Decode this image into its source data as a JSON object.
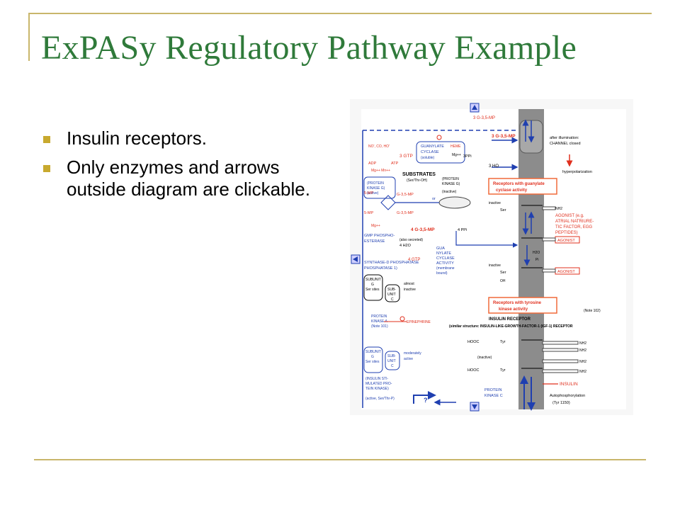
{
  "slide": {
    "title": "ExPASy Regulatory Pathway Example",
    "bullets": [
      "Insulin receptors.",
      "Only enzymes and arrows outside diagram are clickable."
    ]
  },
  "diagram": {
    "texts": {
      "top_cgmp": "3 G-3,5-MP",
      "cgmp_mid": "3 G-3,5-MP",
      "after_illum": "after illumination:",
      "channel_closed": "CHANNEL closed",
      "hyperpol": "hyperpolarization",
      "no_co": "NO', CO, HO'",
      "guan_cyclase": "GUANYLATE",
      "cyclase_sol": "CYCLASE",
      "soluble": "(soluble)",
      "heme": "HEME",
      "mg2": "Mg++",
      "ppi3": "3PPi",
      "gtp3": "3 GTP",
      "ho3": "3 HO",
      "adp": "ADP",
      "atp": "ATP",
      "mg_mn": "Mg++ Mn++",
      "substrates": "SUBSTRATES",
      "ser_thr_oh": "(Ser/Thr-OH)",
      "protein_kg": "(PROTEIN",
      "kinase_g": "KINASE G)",
      "active": "(active)",
      "inactive_k": "(inactive)",
      "g35mp_1": "G-3,5-MP",
      "g35mp_2": "G-3,5-MP",
      "mp5_1": "5-MP",
      "mp5_2": "5-MP",
      "or": "or",
      "mg_left": "Mg++",
      "g35mp_4": "4 G-3,5-MP",
      "ppi4": "4 PPi",
      "gmp_phos": "GMP PHOSPHO-",
      "esterase": "ESTERASE",
      "h2o4": "4 H2O",
      "also_secreted": "(also secreted)",
      "gua": "GUA",
      "nylate": "NYLATE",
      "cyclase": "CYCLASE",
      "activity": "ACTIVITY",
      "membrane": "(membrane",
      "bound": "bound)",
      "gtp4": "4 GTP",
      "synthase": "SYNTHASE-D PHOSPHATASE",
      "phosphatase1": "PHOSPHATASE 1)",
      "subunit": "SUBUNIT",
      "g_label": "G",
      "ser_sites": "Ser sites",
      "sub_unit_c": "SUB-",
      "unit": "UNIT",
      "c_label": "C",
      "almost": "almost",
      "inactive_a": "inactive",
      "protein_ka": "PROTEIN",
      "kinase_a": "KINASE A",
      "note101": "(Note 101)",
      "epinephrine": "EPINEPHRINE",
      "moderately": "moderately",
      "active_b": "active",
      "insulin_sti": "(INSULIN STI-",
      "mulated": "MULATED PRO-",
      "tein_kinase": "TEIN KINASE)",
      "active_ser": "(active, Ser/Thr-P)",
      "receptors_guan_1": "Receptors with guanylate",
      "receptors_guan_2": "cyclase activity",
      "inactive_r1": "inactive",
      "ser1": "Ser",
      "nh2_1": "NH2",
      "agonist_eg": "AGONIST (e.g.",
      "atrial": "ATRIAL NATRIURE-",
      "tic_factor": "TIC FACTOR, EGG",
      "peptides": "PEPTIDES)",
      "agonist_box1": "AGONIST",
      "agonist_box2": "AGONIST",
      "h2o": "H2O",
      "pi": "Pi",
      "inactive_r2": "inactive",
      "ser_oh": "Ser",
      "oh": "OH",
      "receptors_tyr_1": "Receptors with tyrosine",
      "receptors_tyr_2": "kinase activity",
      "note102": "(Note 102)",
      "insulin_receptor": "INSULIN RECEPTOR",
      "similar": "(similar structure: INSULIN-LIKE-GROWTH-FACTOR-1 (IGF-1) RECEPTOR",
      "hooc1": "HOOC",
      "tyr1": "Tyr",
      "inactive_r3": "(inactive)",
      "hooc2": "HOOC",
      "tyr2": "Tyr",
      "nh2_a": "NH2",
      "nh2_b": "NH2",
      "nh2_c": "NH2",
      "nh2_d": "NH2",
      "insulin": "INSULIN",
      "protein_kc": "PROTEIN",
      "kinase_c": "KINASE C",
      "autophos": "Autophosphorylation",
      "tyr1150": "(Tyr 1150)",
      "q_mark": "?"
    }
  },
  "colors": {
    "title": "#2f7a3a",
    "frame": "#c9b66b",
    "bullet": "#c8a92e",
    "membrane": "#8c8c8c",
    "blue": "#1f3fb0",
    "red": "#e0301e",
    "orange_box": "#f06a3a"
  }
}
